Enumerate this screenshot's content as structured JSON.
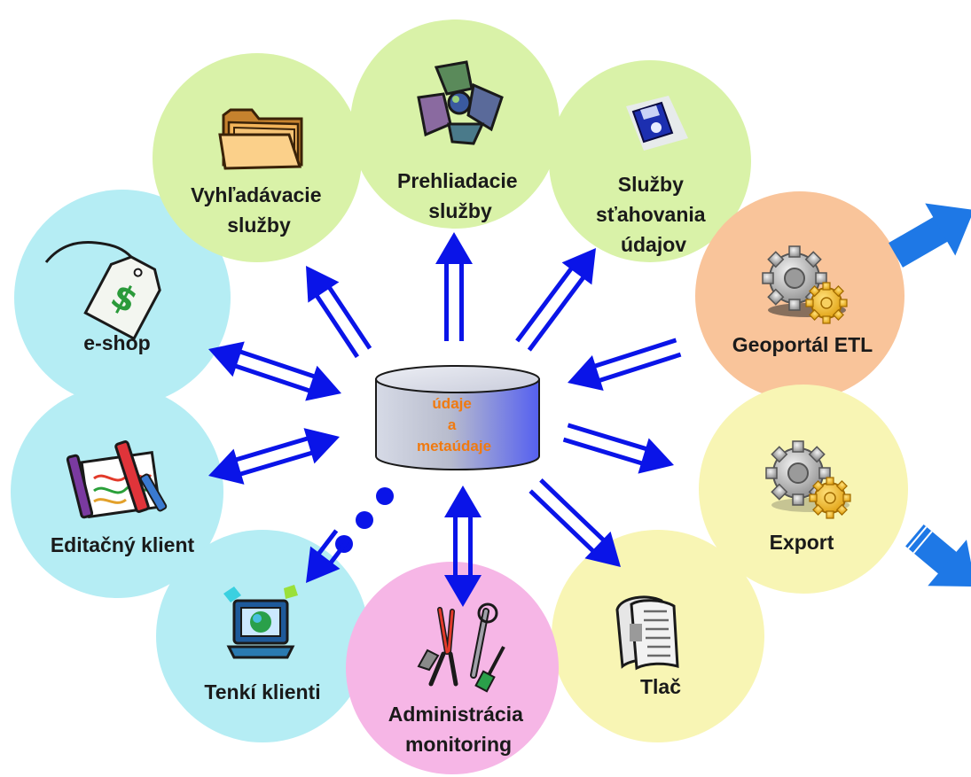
{
  "center": {
    "lines": [
      "údaje",
      "a",
      "metaúdaje"
    ]
  },
  "nodes": {
    "vyhladavacie": {
      "lines": [
        "Vyhľadávacie",
        "služby"
      ],
      "icon": "folder-icon",
      "color": "#d9f2a8"
    },
    "prehliadacie": {
      "lines": [
        "Prehliadacie",
        "služby"
      ],
      "icon": "recycle-icon",
      "color": "#d9f2a8"
    },
    "stahovania": {
      "lines": [
        "Služby",
        "sťahovania",
        "údajov"
      ],
      "icon": "floppy-disk-icon",
      "color": "#d9f2a8"
    },
    "geoportal_etl": {
      "lines": [
        "Geoportál ETL"
      ],
      "icon": "gears-icon",
      "color": "#f9c49a"
    },
    "export": {
      "lines": [
        "Export"
      ],
      "icon": "gears-icon",
      "color": "#f8f5b4"
    },
    "tlac": {
      "lines": [
        "Tlač"
      ],
      "icon": "newspaper-icon",
      "color": "#f8f5b4"
    },
    "administracia": {
      "lines": [
        "Administrácia",
        "monitoring"
      ],
      "icon": "tools-icon",
      "color": "#f6b6e6"
    },
    "tenki_klienti": {
      "lines": [
        "Tenkí klienti"
      ],
      "icon": "computer-icon",
      "color": "#b5edf4"
    },
    "editacny_klient": {
      "lines": [
        "Editačný klient"
      ],
      "icon": "crayons-icon",
      "color": "#b5edf4"
    },
    "eshop": {
      "lines": [
        "e-shop"
      ],
      "icon": "price-tag-icon",
      "color": "#b5edf4"
    }
  },
  "colors": {
    "arrow": "#0a14e8",
    "side_arrow": "#1e78e6",
    "center_text": "#f07a10",
    "label": "#1a1a1a"
  }
}
